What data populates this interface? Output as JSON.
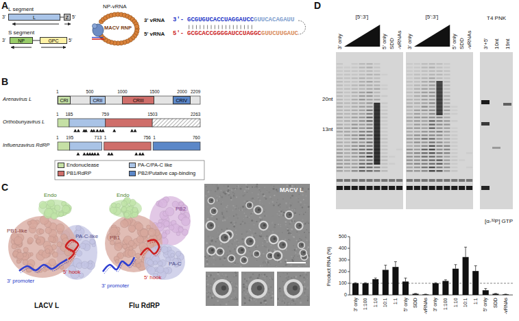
{
  "diagram": {
    "nodes": [
      {
        "text": [
          "L"
        ]
      },
      {
        "text": [
          "Z"
        ]
      },
      {
        "text": [
          "NP"
        ]
      },
      {
        "text": [
          "GPC"
        ]
      },
      {
        "text": [
          "CRI"
        ]
      },
      {
        "text": [
          "CRII"
        ]
      },
      {
        "text": [
          "CRIII"
        ]
      },
      {
        "text": [
          "CRIV"
        ]
      }
    ],
    "labels": [
      "A",
      "L segment",
      "3'",
      "5'",
      "S segment",
      "3'",
      "5'",
      "NP-vRNA",
      "MACV RNP",
      "3' vRNA",
      "3'-",
      "GCGUGUCACCUAGGAUCC",
      "GUUCACAGAUU",
      "5' vRNA",
      "5'-",
      "GCGCACCGGGGAUCCUAGGC",
      "GUUCUUGAUC",
      "B",
      "Arenavirus L",
      "1",
      "500",
      "1000",
      "1500",
      "2000",
      "2209",
      "Orthobunyavirus L",
      "1",
      "185",
      "759",
      "1503",
      "2263",
      "Influenzavirus RdRP",
      "1",
      "195",
      "713",
      "1",
      "756",
      "1",
      "760",
      "C",
      "Endo",
      "PB1-like",
      "PA-C-like",
      "3' promoter",
      "5' hook",
      "LACV L",
      "Endo",
      "PB2",
      "PB1",
      "PA-C",
      "3' promoter",
      "5' hook",
      "Flu RdRP",
      "MACV L",
      "D",
      "3' only",
      "[5':3']",
      "5' only",
      "SDD",
      "-vRNAs",
      "3' only",
      "[5':3']",
      "5' only",
      "SDD",
      "-vRNAs",
      "T4 PNK",
      "3'+5'",
      "10nt",
      "19nt",
      "20nt",
      "13nt",
      "[α-³²P] GTP",
      "Product RNA (%)",
      "500",
      "400",
      "300",
      "200",
      "100",
      "0",
      "3' only",
      "1:100",
      "1:10",
      "10:1",
      "1:1",
      "5' only",
      "SDD",
      "-vRNAs",
      "3' only",
      "1:100",
      "1:10",
      "10:1",
      "1:1",
      "5' only",
      "SDD",
      "-vRNAs"
    ],
    "legend": [
      {
        "text": "Endonuclease",
        "color": "#c5e0a5"
      },
      {
        "text": "PA-C/PA-C like",
        "color": "#a9c3e6"
      },
      {
        "text": "PB1/RdRP",
        "color": "#cf6e6a"
      },
      {
        "text": "PB2/Putative cap-binding",
        "color": "#5b87c8"
      }
    ]
  }
}
